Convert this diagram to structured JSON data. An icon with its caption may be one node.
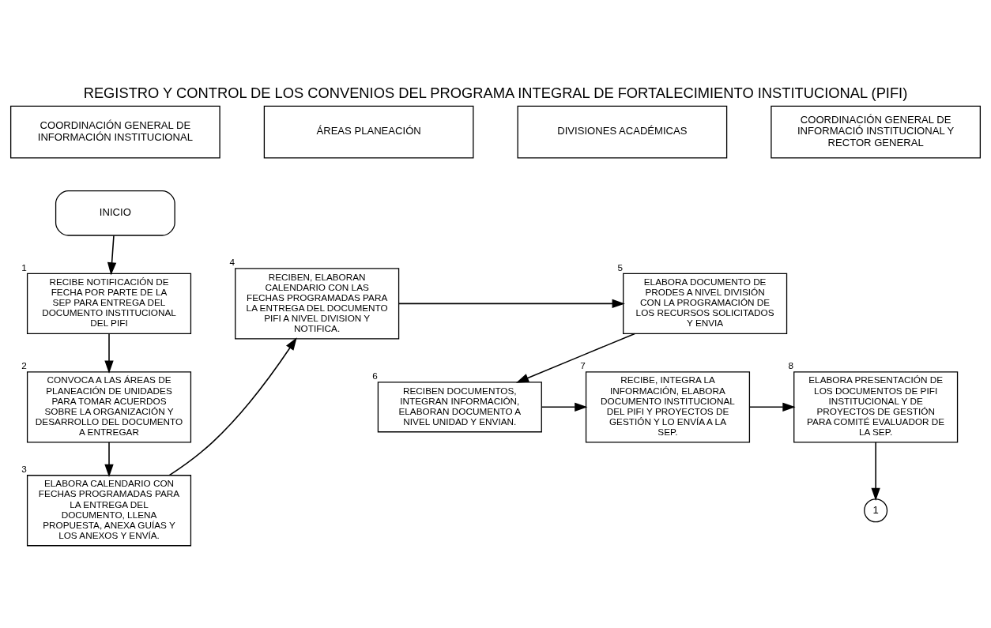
{
  "diagram": {
    "title": "REGISTRO Y CONTROL DE LOS CONVENIOS DEL PROGRAMA INTEGRAL DE FORTALECIMIENTO INSTITUCIONAL (PIFI)",
    "nodes": [
      {
        "text": [
          "COORDINACIÓN GENERAL DE INFORMACIÓN INSTITUCIONAL"
        ]
      },
      {
        "text": [
          "ÁREAS PLANEACIÓN"
        ]
      },
      {
        "text": [
          "DIVISIONES ACADÉMICAS"
        ]
      },
      {
        "text": [
          "COORDINACIÓN GENERAL DE INFORMACIÓ INSTITUCIONAL Y RECTOR GENERAL"
        ]
      },
      {
        "text": [
          "INICIO"
        ]
      },
      {
        "text": [
          "RECIBE NOTIFICACIÓN DE FECHA POR PARTE DE LA SEP PARA ENTREGA DEL DOCUMENTO INSTITUCIONAL DEL PIFI"
        ],
        "beside": [
          "1"
        ]
      },
      {
        "text": [
          "CONVOCA A LAS ÁREAS DE PLANEACIÓN DE UNIDADES PARA TOMAR ACUERDOS SOBRE LA ORGANIZACIÓN Y DESARROLLO DEL DOCUMENTO A ENTREGAR"
        ],
        "beside": [
          "2"
        ]
      },
      {
        "text": [
          "ELABORA CALENDARIO CON FECHAS PROGRAMADAS PARA LA ENTREGA DEL DOCUMENTO, LLENA PROPUESTA, ANEXA GUÍAS Y LOS ANEXOS Y ENVÍA."
        ],
        "beside": [
          "3"
        ]
      },
      {
        "text": [
          "RECIBEN, ELABORAN CALENDARIO CON LAS FECHAS PROGRAMADAS PARA LA ENTREGA DEL DOCUMENTO PIFI A NIVEL DIVISION Y NOTIFICA."
        ],
        "beside": [
          "4"
        ]
      },
      {
        "text": [
          "ELABORA DOCUMENTO DE PRODES A NIVEL DIVISIÓN CON LA PROGRAMACIÓN DE LOS RECURSOS SOLICITADOS Y ENVIA"
        ],
        "beside": [
          "5"
        ]
      },
      {
        "text": [
          "RECIBEN DOCUMENTOS, INTEGRAN INFORMACIÓN, ELABORAN DOCUMENTO A NIVEL UNIDAD Y ENVIAN."
        ],
        "beside": [
          "6"
        ]
      },
      {
        "text": [
          "RECIBE, INTEGRA LA INFORMACIÓN, ELABORA DOCUMENTO INSTITUCIONAL DEL PIFI Y PROYECTOS DE GESTIÓN Y LO ENVÍA A LA SEP."
        ],
        "beside": [
          "7"
        ]
      },
      {
        "text": [
          "ELABORA PRESENTACIÓN DE LOS DOCUMENTOS DE PIFI INSTITUCIONAL Y DE PROYECTOS DE GESTIÓN PARA COMITÉ EVALUADOR DE LA SEP."
        ],
        "beside": [
          "8"
        ]
      },
      {
        "text": [
          "1"
        ]
      }
    ],
    "edges": [
      {
        "from": 4,
        "to": 5,
        "arrow": "to"
      },
      {
        "from": 5,
        "to": 6,
        "arrow": "to"
      },
      {
        "from": 6,
        "to": 7,
        "arrow": "to"
      },
      {
        "from": 7,
        "to": 8,
        "arrow": "to"
      },
      {
        "from": 8,
        "to": 9,
        "arrow": "to"
      },
      {
        "from": 9,
        "to": 10,
        "arrow": "to"
      },
      {
        "from": 10,
        "to": 11,
        "arrow": "to"
      },
      {
        "from": 11,
        "to": 12,
        "arrow": "to"
      },
      {
        "from": 12,
        "to": 13,
        "arrow": "to"
      }
    ]
  }
}
